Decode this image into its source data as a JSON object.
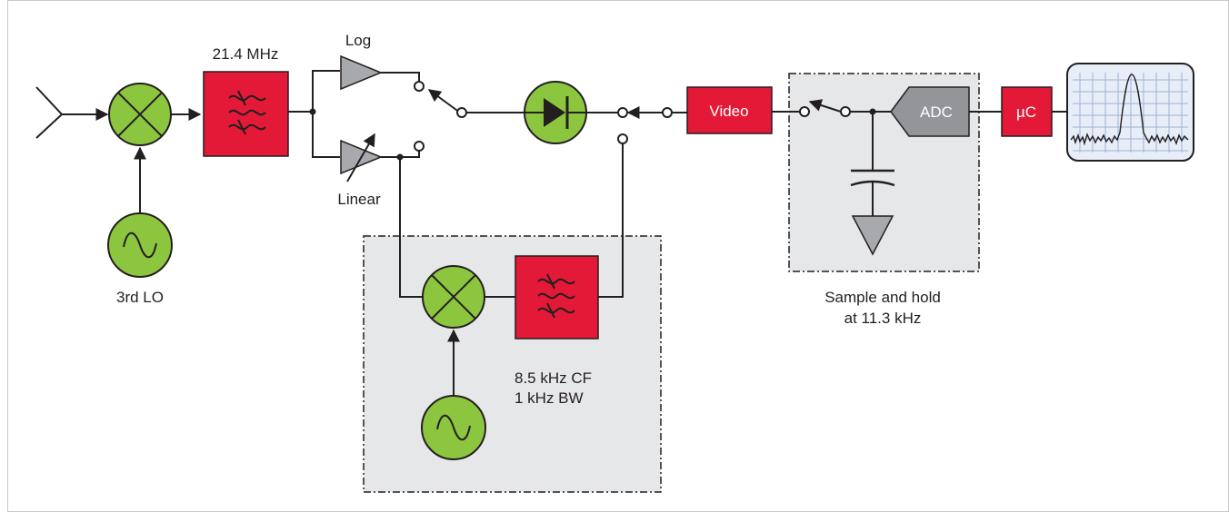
{
  "labels": {
    "if_filter": "21.4 MHz",
    "log_amp": "Log",
    "linear_amp": "Linear",
    "third_lo": "3rd LO",
    "video": "Video",
    "adc": "ADC",
    "microcontroller": "µC",
    "sample_hold_line1": "Sample and hold",
    "sample_hold_line2": "at 11.3 kHz",
    "filter_cf": "8.5 kHz CF",
    "filter_bw": "1 kHz BW"
  },
  "colors": {
    "mixer_green": "#8cc63f",
    "filter_red": "#e31937",
    "amp_gray": "#a7a9ac",
    "dashed_box_fill": "#e6e7e8",
    "screen_fill": "#e8eef8"
  }
}
